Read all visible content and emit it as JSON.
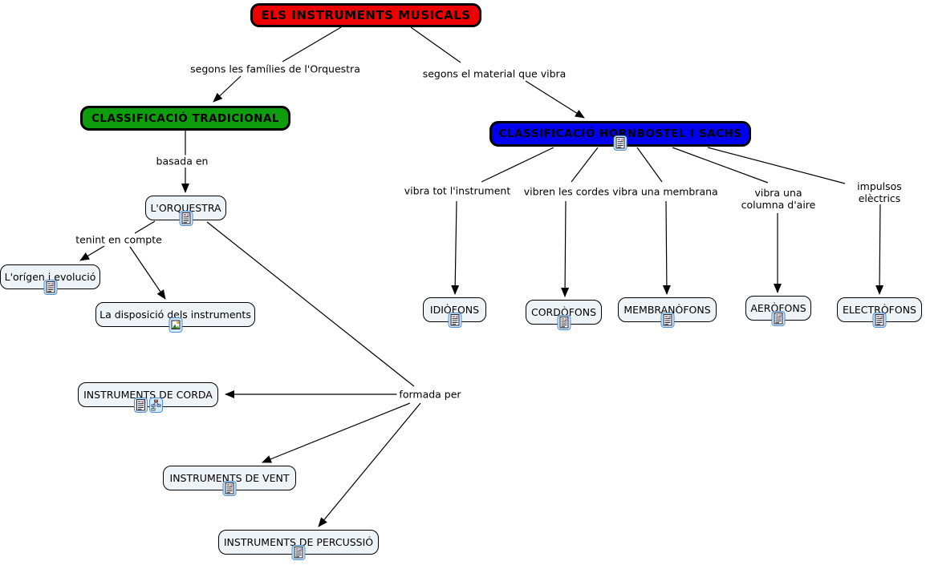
{
  "diagram": {
    "title": "ELS INSTRUMENTS MUSICALS",
    "type": "concept-map",
    "nodes": {
      "root": "ELS INSTRUMENTS MUSICALS",
      "tradicional": "CLASSIFICACIÓ TRADICIONAL",
      "hornbostel": "CLASSIFICACIÓ HORNBOSTEL I SACHS",
      "orquestra": "L'ORQUESTRA",
      "origen": "L'orígen i evolució",
      "disposicio": "La disposició dels instruments",
      "corda": "INSTRUMENTS DE CORDA",
      "vent": "INSTRUMENTS DE VENT",
      "percussio": "INSTRUMENTS DE PERCUSSIÓ",
      "idiofons": "IDIÒFONS",
      "cordofons": "CORDÒFONS",
      "membranofons": "MEMBRANÒFONS",
      "aerofons": "AERÒFONS",
      "electrofons": "ELECTRÒFONS"
    },
    "links": {
      "families": "segons les famílies de l'Orquestra",
      "material": "segons el material que vibra",
      "basada": "basada en",
      "tenint": "tenint en compte",
      "formada": "formada per",
      "vibra_tot": "vibra tot l'instrument",
      "vibren_cordes": "vibren les cordes",
      "vibra_membrana": "vibra una membrana",
      "vibra_columna": "vibra una columna d'aire",
      "impulsos": "impulsos elèctrics"
    },
    "icons": {
      "doc": "document-resource-icon",
      "img": "image-resource-icon",
      "cmap": "concept-map-resource-icon"
    },
    "colors": {
      "root_fill": "#EE0000",
      "tradicional_fill": "#0D9D0D",
      "hornbostel_fill": "#0000EE",
      "node_fill": "#EDF3F7",
      "node_border": "#000000",
      "line": "#000000",
      "background": "#FFFFFF"
    }
  }
}
